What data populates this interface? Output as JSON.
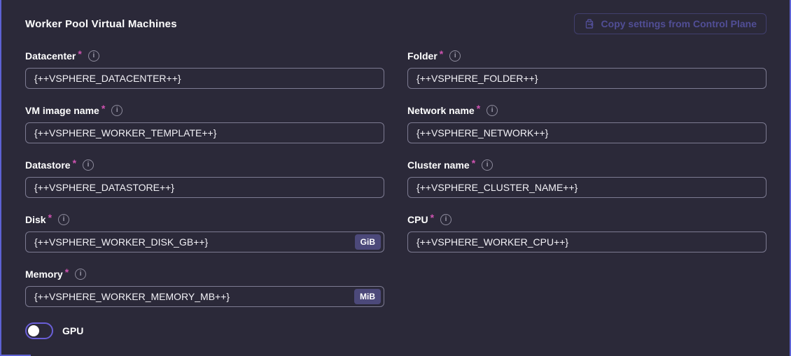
{
  "panel": {
    "title": "Worker Pool Virtual Machines",
    "copy_button_label": "Copy settings from Control Plane"
  },
  "form": {
    "required_marker": "*",
    "left_fields": [
      {
        "label": "Datacenter",
        "required": true,
        "value": "{++VSPHERE_DATACENTER++}"
      },
      {
        "label": "VM image name",
        "required": true,
        "value": "{++VSPHERE_WORKER_TEMPLATE++}"
      },
      {
        "label": "Datastore",
        "required": true,
        "value": "{++VSPHERE_DATASTORE++}"
      },
      {
        "label": "Disk",
        "required": true,
        "value": "{++VSPHERE_WORKER_DISK_GB++}",
        "unit": "GiB"
      },
      {
        "label": "Memory",
        "required": true,
        "value": "{++VSPHERE_WORKER_MEMORY_MB++}",
        "unit": "MiB"
      }
    ],
    "right_fields": [
      {
        "label": "Folder",
        "required": true,
        "value": "{++VSPHERE_FOLDER++}"
      },
      {
        "label": "Network name",
        "required": true,
        "value": "{++VSPHERE_NETWORK++}"
      },
      {
        "label": "Cluster name",
        "required": true,
        "value": "{++VSPHERE_CLUSTER_NAME++}"
      },
      {
        "label": "CPU",
        "required": true,
        "value": "{++VSPHERE_WORKER_CPU++}"
      }
    ],
    "gpu_toggle": {
      "label": "GPU",
      "state": "off"
    }
  },
  "icons": {
    "info_glyph": "i"
  },
  "colors": {
    "background": "#2b2939",
    "outer_border": "#5d62d4",
    "input_border": "#7d7b92",
    "required_asterisk": "#cf53b1",
    "unit_badge_bg": "#4c497a",
    "button_text": "#514e96",
    "button_border": "#413f6e",
    "toggle_border": "#6a5fd8"
  }
}
